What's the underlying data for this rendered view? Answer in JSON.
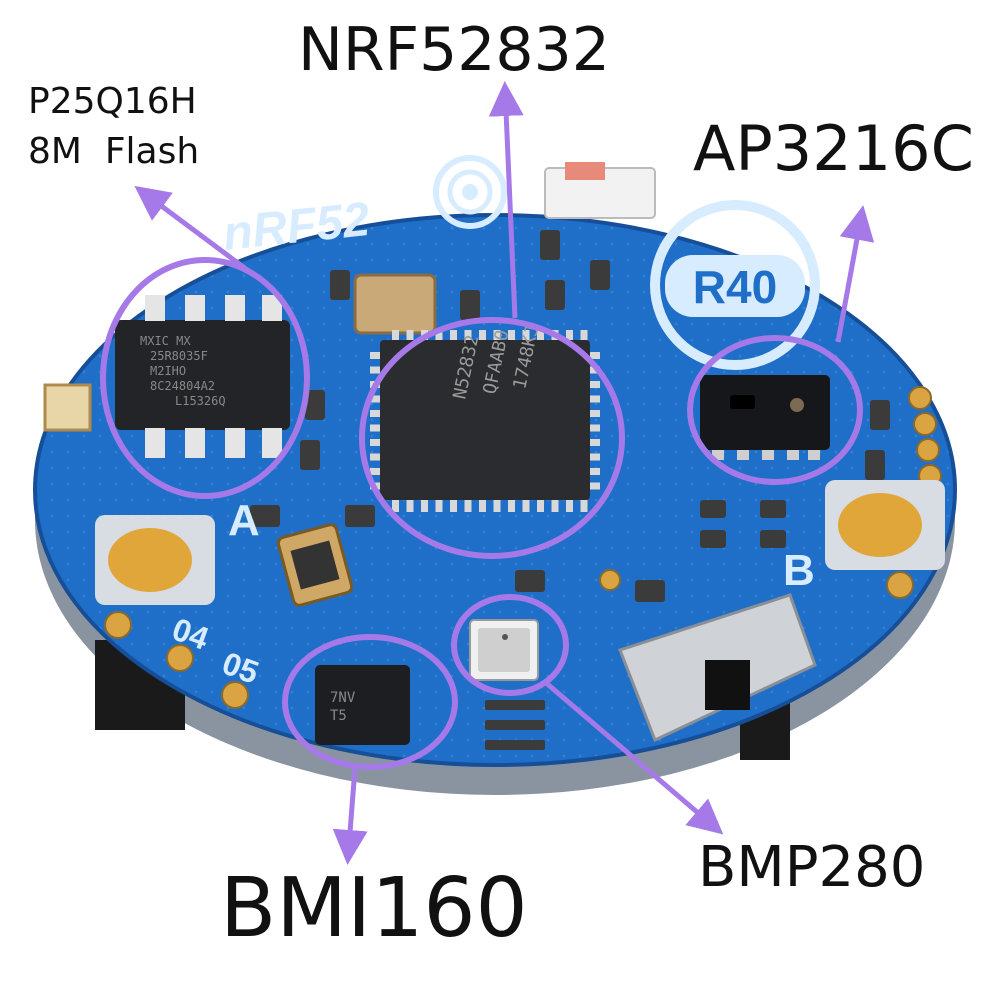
{
  "labels": {
    "nrf52832": "NRF52832",
    "flash_part": "P25Q16H",
    "flash_size": "8M  Flash",
    "ap3216c": "AP3216C",
    "bmi160": "BMI160",
    "bmp280": "BMP280"
  },
  "board": {
    "silk_title": "nRF52",
    "badge": "R40",
    "silk_a": "A",
    "silk_b": "B",
    "pin_labels": [
      "04",
      "05"
    ],
    "mcu_marking": [
      "N52832",
      "QFAAB0",
      "1748KJ"
    ],
    "flash_marking": [
      "MXIC MX",
      "25R8035F",
      "M2IHO",
      "8C24804A2",
      "L15326Q"
    ],
    "imu_marking": [
      "7NV",
      "T5"
    ]
  },
  "colors": {
    "pcb": "#1f6fc9",
    "pcb_dark": "#164f97",
    "annotation": "#a57ae8",
    "chip": "#222428",
    "gold": "#d9a441"
  }
}
